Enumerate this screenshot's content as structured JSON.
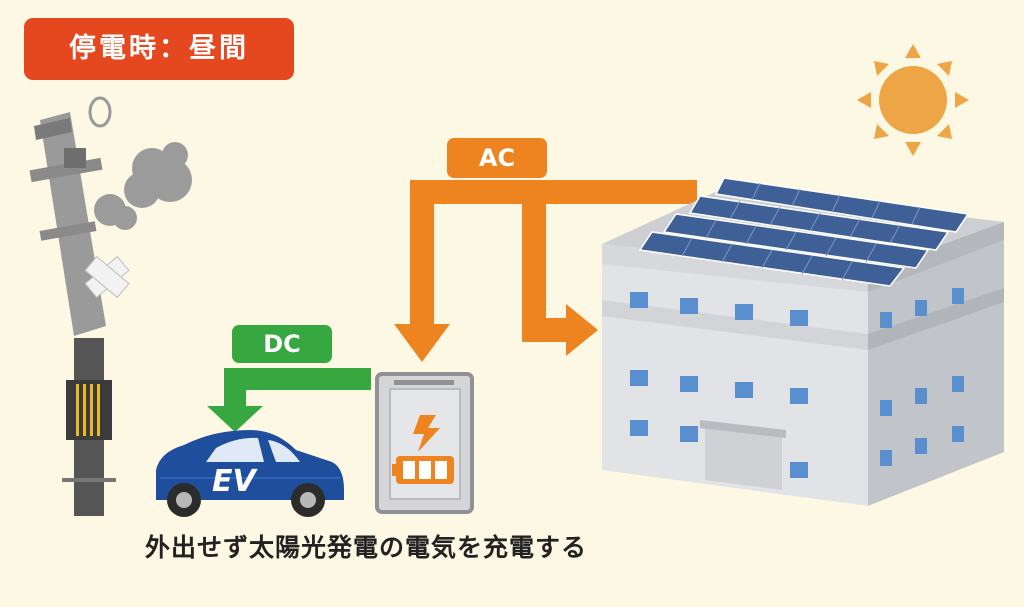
{
  "header": {
    "title": "停電時：昼間"
  },
  "labels": {
    "ac": "AC",
    "dc": "DC",
    "ev": "EV"
  },
  "caption": "外出せず太陽光発電の電気を充電する",
  "colors": {
    "background": "#fdf8e4",
    "title_badge": "#e5471e",
    "ac_flow": "#ee8420",
    "dc_flow": "#36a83f",
    "sun": "#eda545",
    "car": "#1f4f9c",
    "building": "#e2e3e6"
  },
  "icons": [
    "sun-icon",
    "solar-panel-icon",
    "battery-icon",
    "lightning-icon",
    "broken-utility-pole-icon",
    "smoke-icon"
  ]
}
